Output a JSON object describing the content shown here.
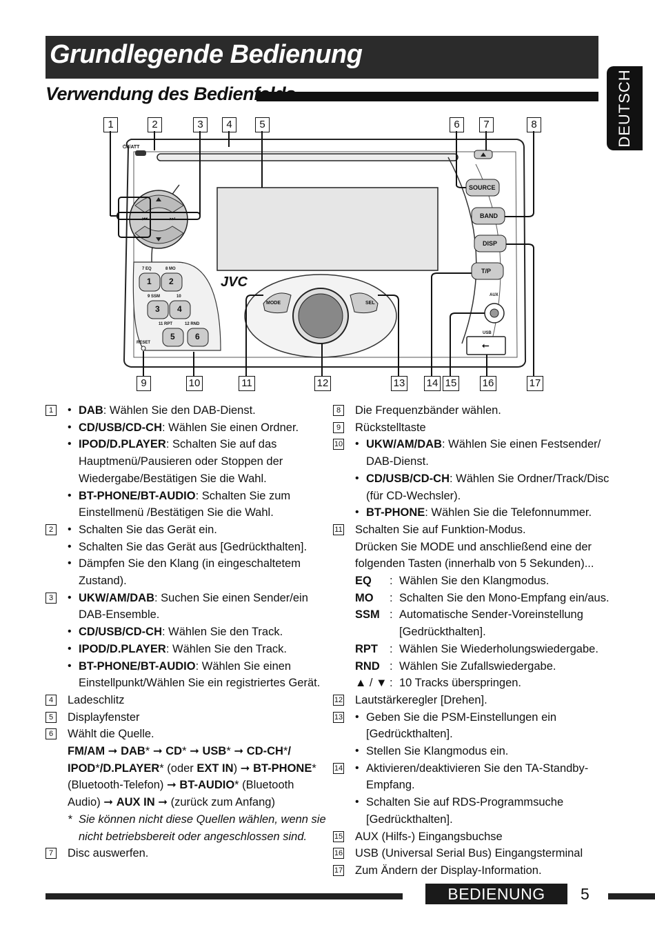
{
  "header": {
    "title": "Grundlegende Bedienung",
    "subtitle": "Verwendung des Bedienfelds",
    "language_tab": "DEUTSCH"
  },
  "diagram": {
    "callouts_top": [
      "1",
      "2",
      "3",
      "4",
      "5",
      "6",
      "7",
      "8"
    ],
    "callouts_bottom": [
      "9",
      "10",
      "11",
      "12",
      "13",
      "14",
      "15",
      "16",
      "17"
    ],
    "panel_labels": {
      "power": "⏻/I/ATT",
      "source": "SOURCE",
      "band": "BAND",
      "disp": "DISP",
      "tp": "T/P",
      "brand": "JVC",
      "mode": "MODE",
      "sel": "SEL",
      "aux": "AUX",
      "usb": "USB",
      "reset": "RESET",
      "preset_small": [
        "7  EQ",
        "8  MO",
        "9  SSM",
        "10",
        "11  RPT",
        "12  RND"
      ],
      "presets": [
        "1",
        "2",
        "3",
        "4",
        "5",
        "6"
      ]
    },
    "icons": [
      "eject-icon",
      "prev-icon",
      "next-icon",
      "up-arrow-icon",
      "down-arrow-icon",
      "usb-icon",
      "power-icon"
    ]
  },
  "left_column": {
    "n1": "1",
    "n2": "2",
    "n3": "3",
    "n4": "4",
    "n5": "5",
    "n6": "6",
    "n7": "7",
    "l1a_b": "DAB",
    "l1a": ": Wählen Sie den DAB-Dienst.",
    "l1b_b": "CD/USB/CD-CH",
    "l1b": ": Wählen Sie einen Ordner.",
    "l1c_b": "IPOD/D.PLAYER",
    "l1c": ": Schalten Sie auf das",
    "l1c2": "Hauptmenü/Pausieren oder Stoppen der",
    "l1c3": "Wiedergabe/Bestätigen Sie die Wahl.",
    "l1d_b": "BT-PHONE/BT-AUDIO",
    "l1d": ": Schalten Sie zum",
    "l1d2": "Einstellmenü /Bestätigen Sie die Wahl.",
    "l2a": "Schalten Sie das Gerät ein.",
    "l2b": "Schalten Sie das Gerät aus [Gedrückthalten].",
    "l2c": "Dämpfen Sie den Klang (in eingeschaltetem",
    "l2c2": "Zustand).",
    "l3a_b": "UKW/AM/DAB",
    "l3a": ": Suchen Sie einen Sender/ein",
    "l3a2": "DAB-Ensemble.",
    "l3b_b": "CD/USB/CD-CH",
    "l3b": ": Wählen Sie den Track.",
    "l3c_b": "IPOD/D.PLAYER",
    "l3c": ": Wählen Sie den Track.",
    "l3d_b": "BT-PHONE/BT-AUDIO",
    "l3d": ": Wählen Sie einen",
    "l3d2": "Einstellpunkt/Wählen Sie ein registriertes Gerät.",
    "l4": "Ladeschlitz",
    "l5": "Displayfenster",
    "l6": "Wählt die Quelle.",
    "l6_fm": "FM/AM",
    "l6_dab": "DAB",
    "l6_cd": "CD",
    "l6_usb": "USB",
    "l6_cdch": "CD-CH",
    "l6_ipod": "IPOD",
    "l6_dplayer": "/D.PLAYER",
    "l6_oder": " (oder ",
    "l6_extin": "EXT IN",
    "l6_close": ")",
    "l6_btphone": "BT-PHONE",
    "l6_bttel": "(Bluetooth-Telefon) ",
    "l6_btaudio": "BT-AUDIO",
    "l6_btaudio_tail": "* (Bluetooth",
    "l6_audio": "Audio) ",
    "l6_auxin": "AUX IN",
    "l6_back": " (zurück zum Anfang)",
    "l6_star": "*",
    "l6_note1": "Sie können nicht diese Quellen wählen, wenn sie",
    "l6_note2": "nicht betriebsbereit oder angeschlossen sind.",
    "l7": "Disc auswerfen."
  },
  "right_column": {
    "n8": "8",
    "n9": "9",
    "n10": "10",
    "n11": "11",
    "n12": "12",
    "n13": "13",
    "n14": "14",
    "n15": "15",
    "n16": "16",
    "n17": "17",
    "l8": "Die Frequenzbänder wählen.",
    "l9": "Rückstelltaste",
    "l10a_b": "UKW/AM/DAB",
    "l10a": ": Wählen Sie einen Festsender/",
    "l10a2": "DAB-Dienst.",
    "l10b_b": "CD/USB/CD-CH",
    "l10b": ": Wählen Sie Ordner/Track/Disc",
    "l10b2": "(für CD-Wechsler).",
    "l10c_b": "BT-PHONE",
    "l10c": ": Wählen Sie die Telefonnummer.",
    "l11": "Schalten Sie auf Funktion-Modus.",
    "l11b": "Drücken Sie MODE und anschließend eine der",
    "l11c": "folgenden Tasten (innerhalb von 5 Sekunden)...",
    "modes": [
      {
        "key": "EQ",
        "val": "Wählen Sie den Klangmodus."
      },
      {
        "key": "MO",
        "val": "Schalten Sie den Mono-Empfang ein/aus."
      },
      {
        "key": "SSM",
        "val": "Automatische Sender-Voreinstellung"
      },
      {
        "key": "",
        "val": "[Gedrückthalten]."
      },
      {
        "key": "RPT",
        "val": "Wählen Sie Wiederholungswiedergabe."
      },
      {
        "key": "RND",
        "val": "Wählen Sie Zufallswiedergabe."
      },
      {
        "key": "▲ / ▼",
        "val": "10 Tracks überspringen."
      }
    ],
    "l12": "Lautstärkeregler [Drehen].",
    "l13a": "Geben Sie die PSM-Einstellungen ein",
    "l13a2": "[Gedrückthalten].",
    "l13b": "Stellen Sie Klangmodus ein.",
    "l14a": "Aktivieren/deaktivieren Sie den TA-Standby-",
    "l14a2": "Empfang.",
    "l14b": "Schalten Sie auf RDS-Programmsuche",
    "l14b2": "[Gedrückthalten].",
    "l15": "AUX (Hilfs-) Eingangsbuchse",
    "l16": "USB (Universal Serial Bus) Eingangsterminal",
    "l17": "Zum Ändern der Display-Information."
  },
  "footer": {
    "section": "BEDIENUNG",
    "page": "5"
  }
}
